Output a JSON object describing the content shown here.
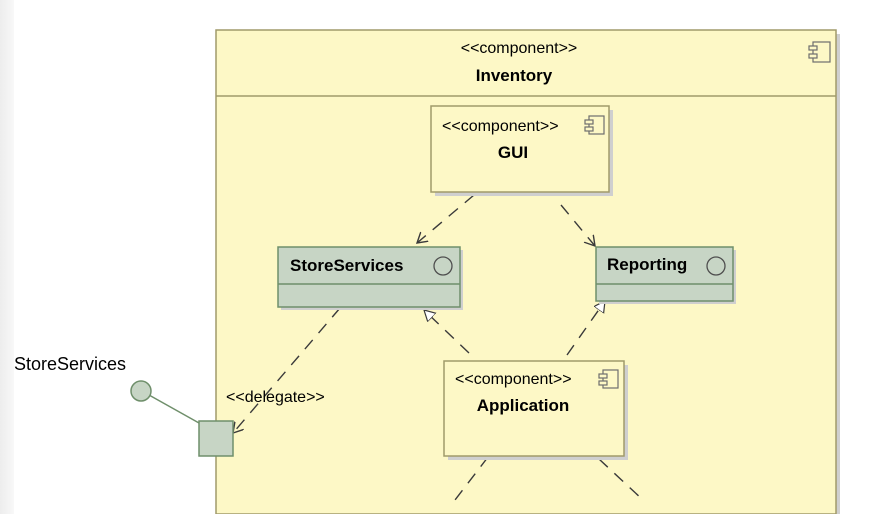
{
  "diagram": {
    "container": {
      "stereotype": "<<component>>",
      "name": "Inventory"
    },
    "gui": {
      "stereotype": "<<component>>",
      "name": "GUI"
    },
    "store_services": {
      "name": "StoreServices"
    },
    "reporting": {
      "name": "Reporting"
    },
    "application": {
      "stereotype": "<<component>>",
      "name": "Application"
    },
    "external_interface": {
      "label": "StoreServices"
    },
    "delegate": {
      "label": "<<delegate>>"
    }
  },
  "colors": {
    "component_fill": "#fdf8c6",
    "component_stroke": "#a09a6a",
    "interface_fill": "#c7d5c5",
    "interface_stroke": "#6f8f6b",
    "shadow": "#cfcfcf",
    "line": "#3a3a3a"
  }
}
